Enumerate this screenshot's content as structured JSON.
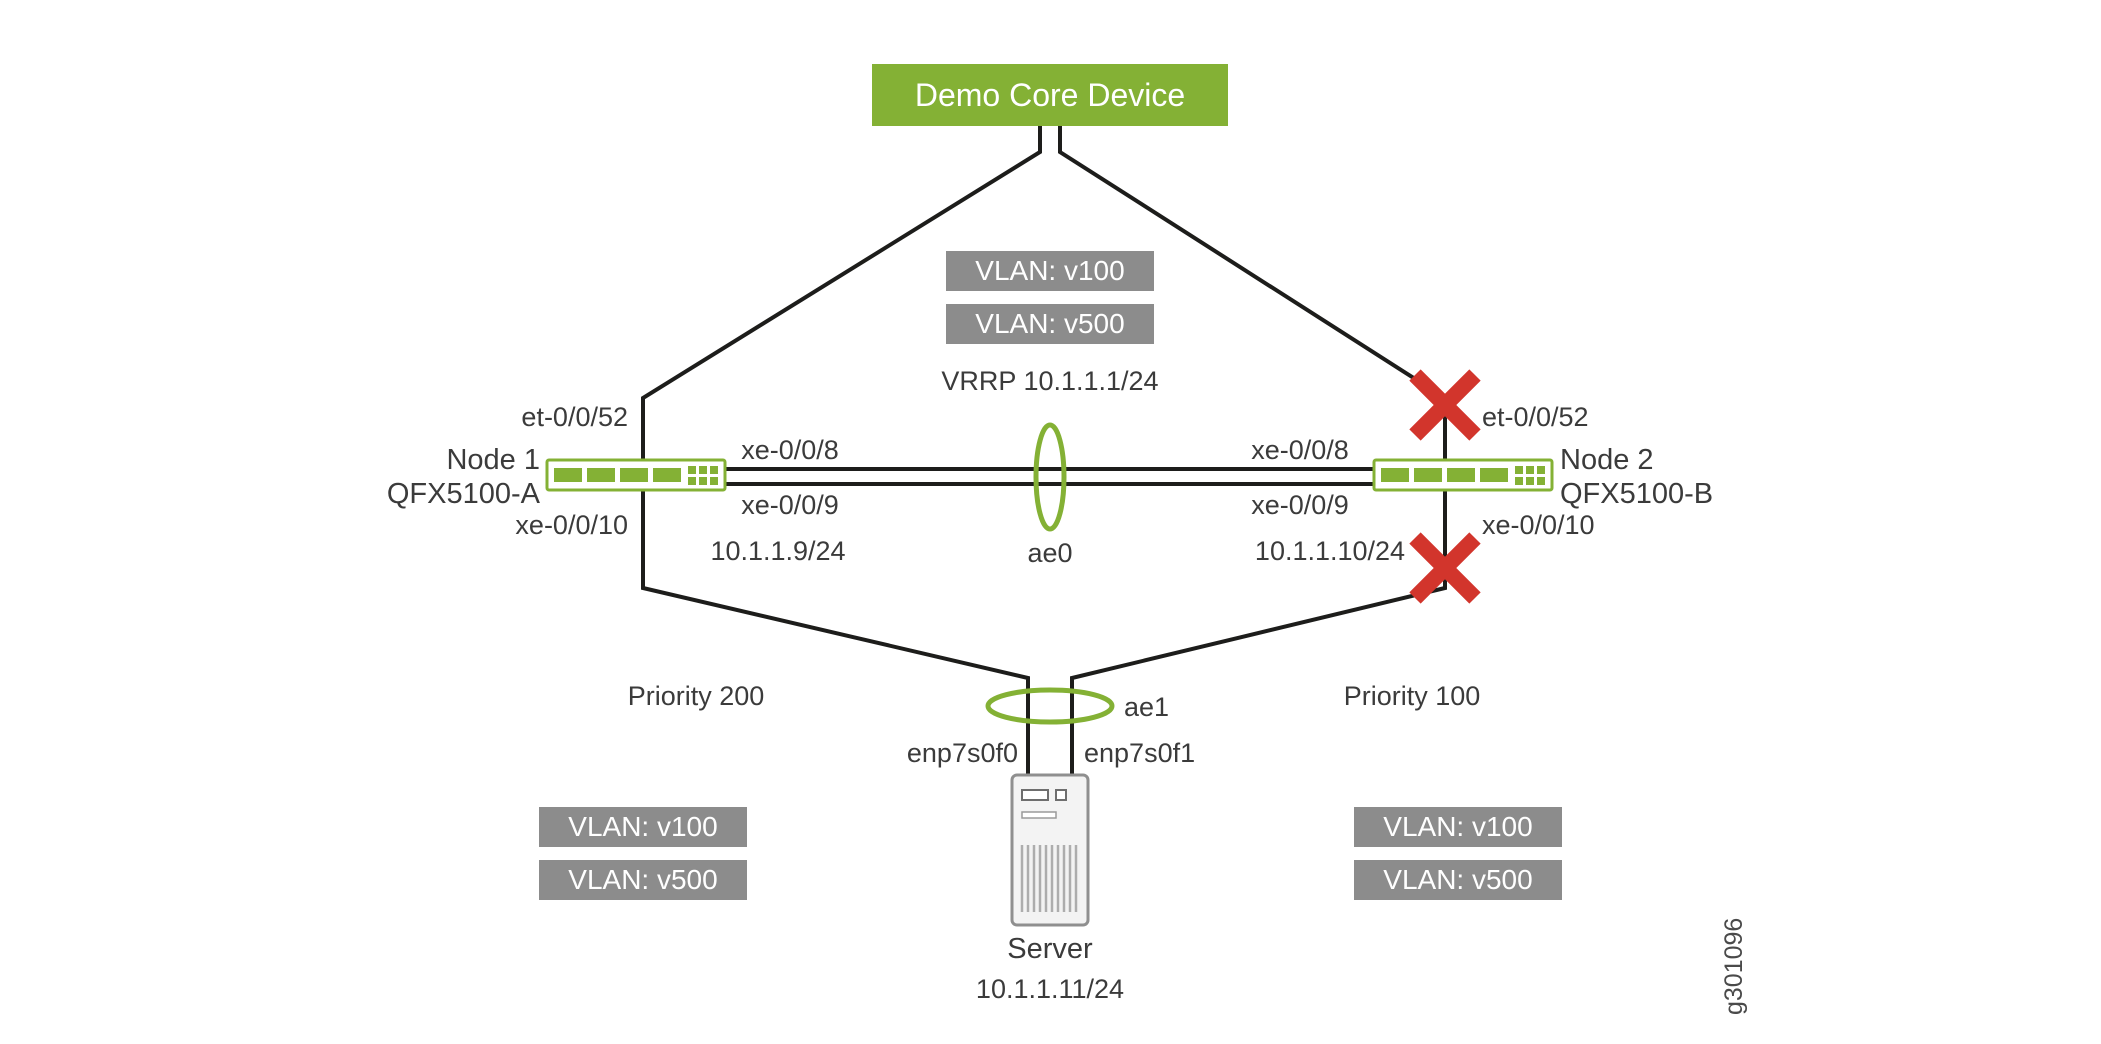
{
  "diagram": {
    "core_device": {
      "label": "Demo Core Device"
    },
    "core_link_vlans": [
      "VLAN: v100",
      "VLAN: v500"
    ],
    "vrrp_label": "VRRP 10.1.1.1/24",
    "lag0_label": "ae0",
    "lag1_label": "ae1",
    "node1": {
      "name": "Node 1",
      "model": "QFX5100-A",
      "uplink_port": "et-0/0/52",
      "lag_port_a": "xe-0/0/8",
      "lag_port_b": "xe-0/0/9",
      "lag_ip": "10.1.1.9/24",
      "server_port": "xe-0/0/10",
      "vrrp_priority": "Priority 200",
      "vlans": [
        "VLAN: v100",
        "VLAN: v500"
      ]
    },
    "node2": {
      "name": "Node 2",
      "model": "QFX5100-B",
      "uplink_port": "et-0/0/52",
      "lag_port_a": "xe-0/0/8",
      "lag_port_b": "xe-0/0/9",
      "lag_ip": "10.1.1.10/24",
      "server_port": "xe-0/0/10",
      "vrrp_priority": "Priority 100",
      "vlans": [
        "VLAN: v100",
        "VLAN: v500"
      ]
    },
    "server": {
      "label": "Server",
      "ip": "10.1.1.11/24",
      "nic_left": "enp7s0f0",
      "nic_right": "enp7s0f1"
    },
    "figure_code": "g301096"
  },
  "colors": {
    "brand_green": "#84b135",
    "badge_gray": "#8c8c8c",
    "line_black": "#1d1d1b",
    "failure_red": "#d2352c",
    "text_gray": "#3b3b3b"
  },
  "icons": {
    "switch": "green-rack-switch-icon",
    "server": "tower-server-icon",
    "lag": "green-ellipse-lag-icon",
    "failure": "red-x-icon"
  }
}
